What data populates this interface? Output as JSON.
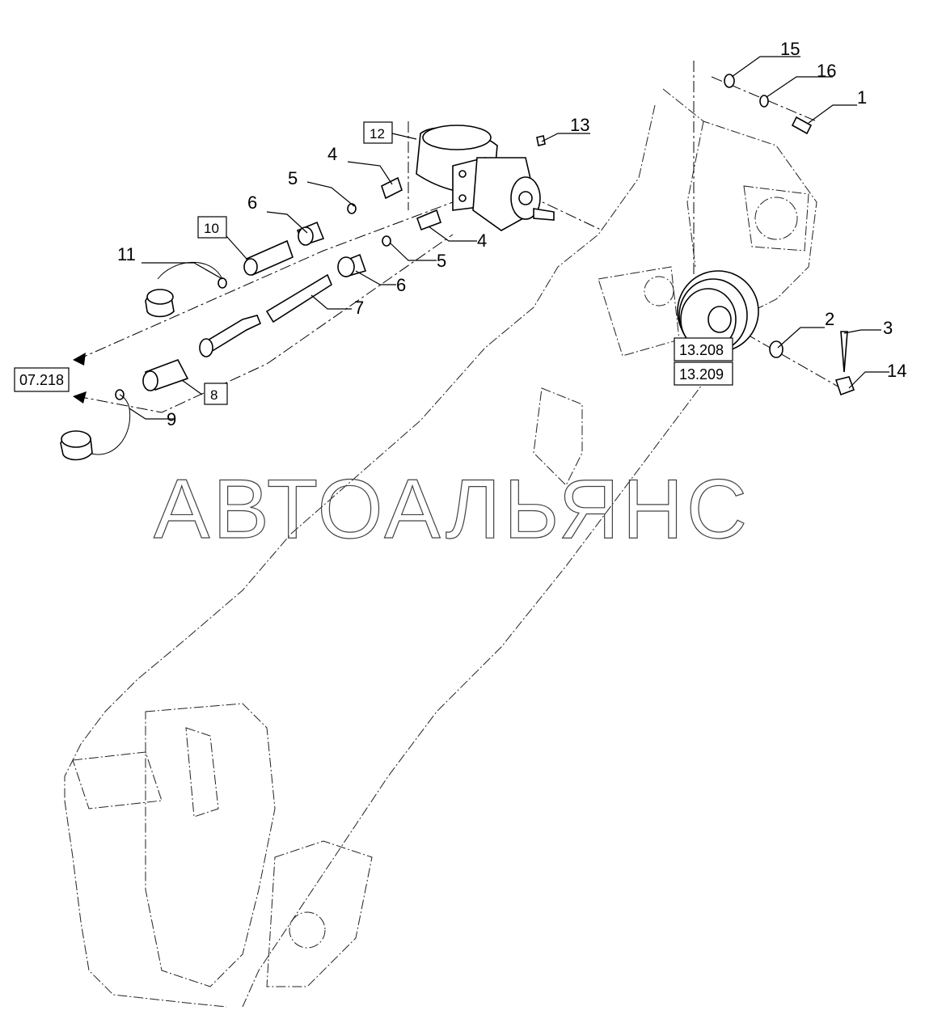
{
  "watermark": "АВТОАЛЬЯНС",
  "callouts": [
    "1",
    "2",
    "3",
    "4",
    "4",
    "5",
    "5",
    "6",
    "6",
    "7",
    "9",
    "11",
    "13",
    "14",
    "15",
    "16"
  ],
  "boxed_callouts": [
    "8",
    "10",
    "12"
  ],
  "references": [
    "07.218",
    "13.208",
    "13.209"
  ]
}
